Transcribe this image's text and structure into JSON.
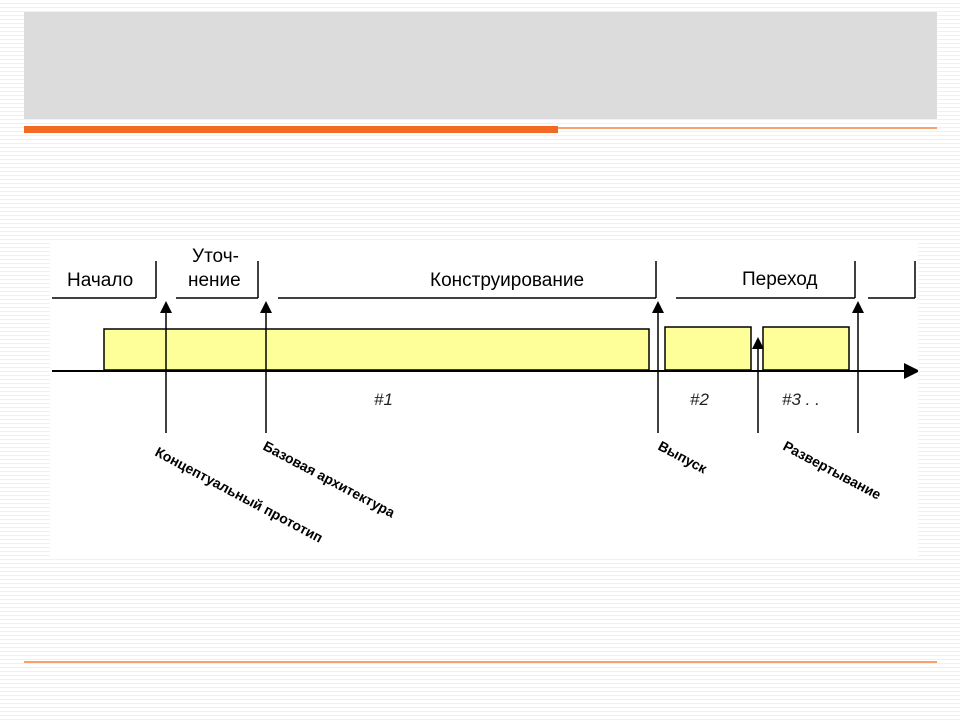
{
  "slide": {
    "accent_color": "#f26a21",
    "title_bar_color": "#dcdcdc"
  },
  "diagram": {
    "phases": [
      "Начало",
      "Уточ-",
      "нение",
      "Конструирование",
      "Переход"
    ],
    "iterations": [
      "#1",
      "#2",
      "#3 . ."
    ],
    "milestones": [
      "Концептуальный прототип",
      "Базовая архитектура",
      "Выпуск",
      "Развертывание"
    ],
    "bar_color": "#ffff99"
  }
}
